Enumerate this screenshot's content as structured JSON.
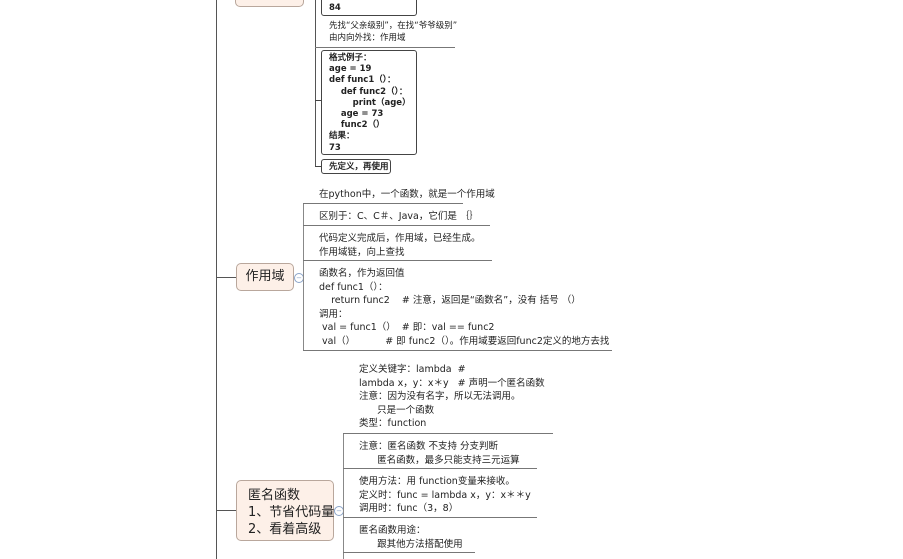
{
  "top_section": {
    "code_box_tail": "84",
    "lookup_note": "先找“父亲级别”，在找“爷爷级别”\n由内向外找：作用域",
    "example_box": "格式例子：\nage = 19\ndef func1（）：\n    def func2（）：\n        print（age）\n    age = 73\n    func2（）\n结果：\n73",
    "define_first": "先定义，再使用"
  },
  "scope_node": {
    "label": "作用域",
    "children": [
      "在python中，一个函数，就是一个作用域",
      "区别于：C、C＃、Java，它们是 ｛｝",
      "代码定义完成后，作用域，已经生成。\n作用域链，向上查找",
      "函数名，作为返回值\ndef func1（）：\n    return func2    # 注意，返回是“函数名”，没有 括号 （）\n调用：\n val = func1（）  # 即：val == func2\n val（）          # 即 func2（）。作用域要返回func2定义的地方去找"
    ]
  },
  "lambda_node": {
    "label": "匿名函数\n1、节省代码量\n2、看着高级",
    "children": [
      "定义关键字：lambda  #\nlambda x，y：x＊y   # 声明一个匿名函数\n注意：因为没有名字，所以无法调用。\n      只是一个函数\n类型：function",
      "注意：匿名函数 不支持 分支判断\n      匿名函数，最多只能支持三元运算",
      "使用方法：用 function变量来接收。\n定义时：func = lambda x，y：x＊＊y\n调用时：func（3，8）",
      "匿名函数用途：\n      跟其他方法搭配使用"
    ]
  }
}
